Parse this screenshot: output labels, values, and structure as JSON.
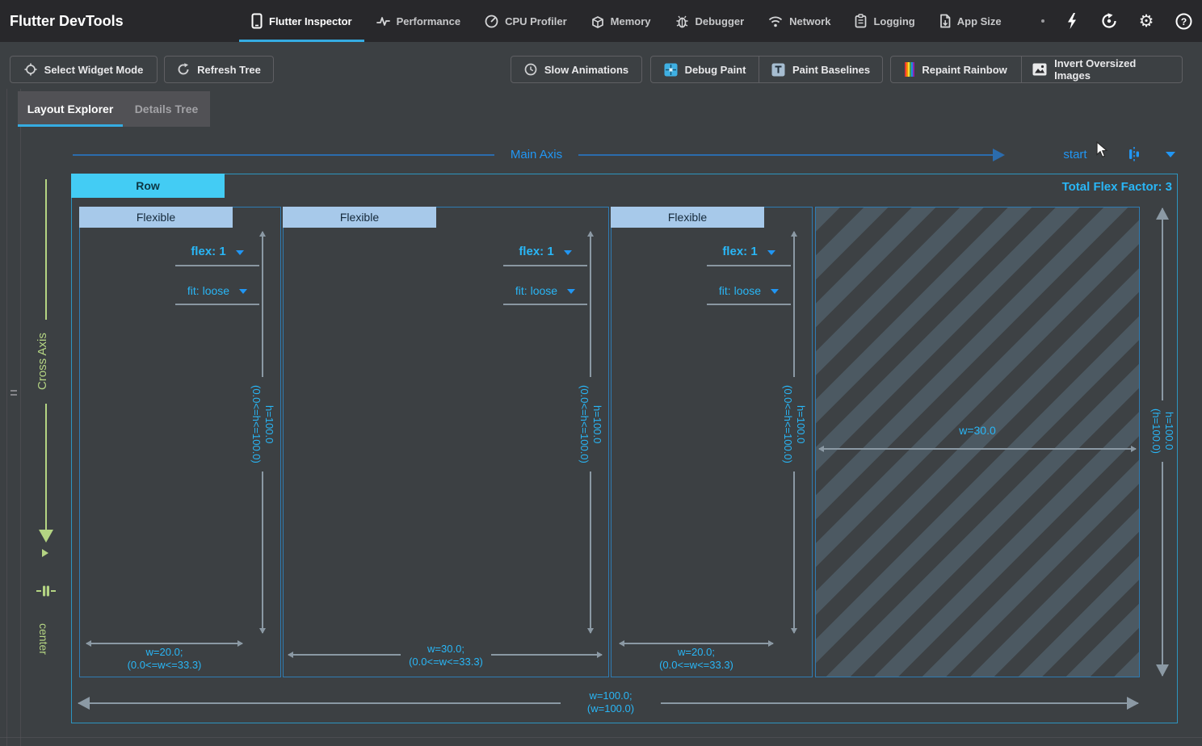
{
  "app": {
    "title": "Flutter DevTools",
    "tabs": [
      {
        "label": "Flutter Inspector",
        "active": true
      },
      {
        "label": "Performance"
      },
      {
        "label": "CPU Profiler"
      },
      {
        "label": "Memory"
      },
      {
        "label": "Debugger"
      },
      {
        "label": "Network"
      },
      {
        "label": "Logging"
      },
      {
        "label": "App Size"
      }
    ]
  },
  "toolbar": {
    "select_widget_mode": "Select Widget Mode",
    "refresh_tree": "Refresh Tree",
    "slow_animations": "Slow Animations",
    "debug_paint": "Debug Paint",
    "paint_baselines": "Paint Baselines",
    "repaint_rainbow": "Repaint Rainbow",
    "invert_oversized_images": "Invert Oversized Images"
  },
  "inspector_tabs": {
    "layout_explorer": "Layout Explorer",
    "details_tree": "Details Tree",
    "active": "Layout Explorer"
  },
  "layout_explorer": {
    "main_axis_label": "Main Axis",
    "cross_axis_label": "Cross Axis",
    "main_axis_alignment": "start",
    "cross_axis_alignment": "center",
    "total_flex_factor": "Total Flex Factor: 3",
    "widget_name": "Row",
    "children": [
      {
        "name": "Flexible",
        "flex": "flex: 1",
        "fit": "fit: loose",
        "height": "h=100.0",
        "height_constraints": "(0.0<=h<=100.0)",
        "width": "w=20.0;",
        "width_constraints": "(0.0<=w<=33.3)"
      },
      {
        "name": "Flexible",
        "flex": "flex: 1",
        "fit": "fit: loose",
        "height": "h=100.0",
        "height_constraints": "(0.0<=h<=100.0)",
        "width": "w=30.0;",
        "width_constraints": "(0.0<=w<=33.3)"
      },
      {
        "name": "Flexible",
        "flex": "flex: 1",
        "fit": "fit: loose",
        "height": "h=100.0",
        "height_constraints": "(0.0<=h<=100.0)",
        "width": "w=20.0;",
        "width_constraints": "(0.0<=w<=33.3)"
      }
    ],
    "fixed_child": {
      "width": "w=30.0"
    },
    "parent_height": "h=100.0",
    "parent_height_constraints": "(h=100.0)",
    "parent_width": "w=100.0;",
    "parent_width_constraints": "(w=100.0)"
  },
  "colors": {
    "accent_blue": "#2196f3",
    "dimension_cyan": "#29b6f6",
    "cross_axis_green": "#b4d483",
    "row_header": "#43ccf4",
    "flexible_header": "#a7c9ea",
    "tab_underline": "#35ace2"
  }
}
